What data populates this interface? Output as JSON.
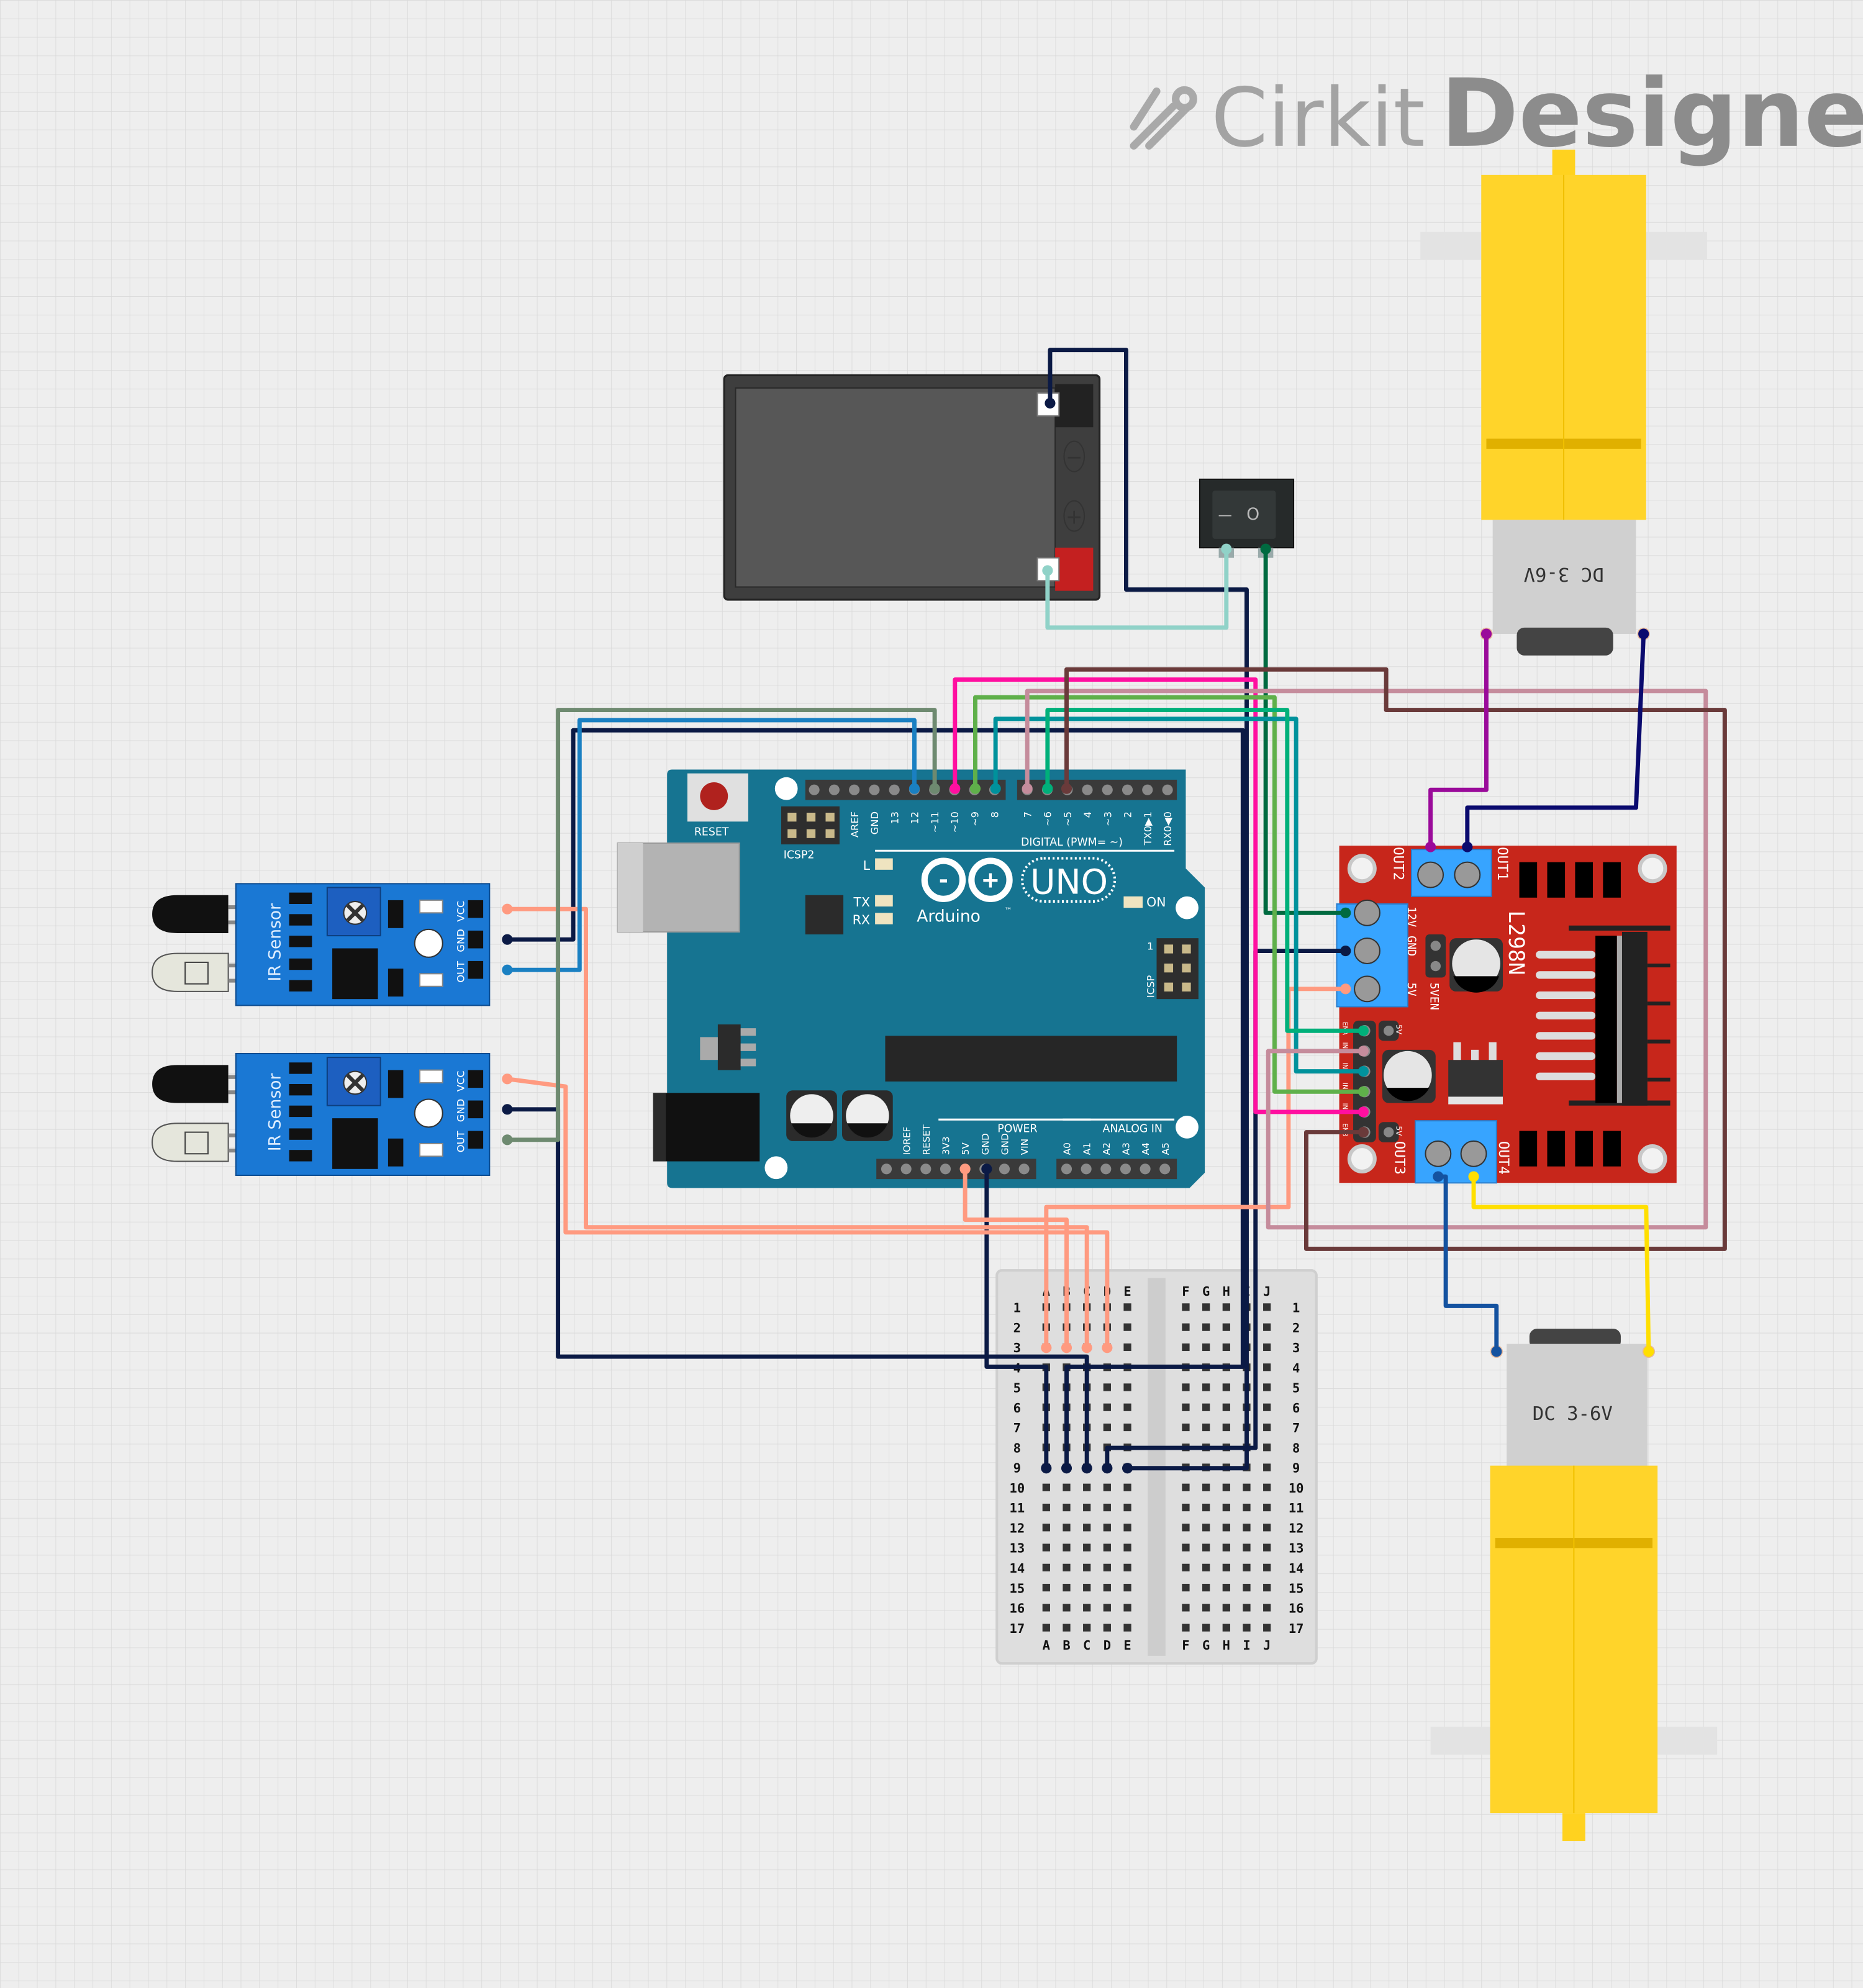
{
  "logo": {
    "brand": "Cirkit",
    "product": "Designer"
  },
  "switch": {
    "mark_on": "—",
    "mark_off": "O"
  },
  "battery": {
    "minus": "−",
    "plus": "+"
  },
  "arduino": {
    "reset_label": "RESET",
    "icsp2_label": "ICSP2",
    "icsp_label": "ICSP",
    "icsp_pin1": "1",
    "led_l": "L",
    "led_tx": "TX",
    "led_rx": "RX",
    "led_on": "ON",
    "brand": "Arduino",
    "model": "UNO",
    "tm": "™",
    "digital_title": "DIGITAL (PWM= ~)",
    "power_title": "POWER",
    "analog_title": "ANALOG IN",
    "digital_pins_left": [
      "",
      "",
      "AREF",
      "GND",
      "13",
      "12",
      "~11",
      "~10",
      "~9",
      "8"
    ],
    "digital_pins_right": [
      "7",
      "~6",
      "~5",
      "4",
      "~3",
      "2",
      "TX0▶1",
      "RX0◀0"
    ],
    "power_pins": [
      "",
      "IOREF",
      "RESET",
      "3V3",
      "5V",
      "GND",
      "GND",
      "VIN"
    ],
    "analog_pins": [
      "A0",
      "A1",
      "A2",
      "A3",
      "A4",
      "A5"
    ],
    "body_color": "#167491"
  },
  "ir_sensors": [
    {
      "label": "IR Sensor",
      "pins": [
        "VCC",
        "GND",
        "OUT"
      ]
    },
    {
      "label": "IR Sensor",
      "pins": [
        "VCC",
        "GND",
        "OUT"
      ]
    }
  ],
  "l298n": {
    "model": "L298N",
    "out1": "OUT1",
    "out2": "OUT2",
    "out3": "OUT3",
    "out4": "OUT4",
    "power_labels": [
      "12V",
      "GND",
      "5V"
    ],
    "jumper_label": "5VEN",
    "input_labels": [
      "ENA",
      "IN1",
      "IN2",
      "IN3",
      "IN4",
      "ENB"
    ],
    "five_v_label": "5V",
    "board_color": "#c7261b"
  },
  "motors": [
    {
      "label": "DC 3-6V"
    },
    {
      "label": "DC 3-6V"
    }
  ],
  "breadboard": {
    "columns_left": [
      "A",
      "B",
      "C",
      "D",
      "E"
    ],
    "columns_right": [
      "F",
      "G",
      "H",
      "I",
      "J"
    ],
    "rows": [
      "1",
      "2",
      "3",
      "4",
      "5",
      "6",
      "7",
      "8",
      "9",
      "10",
      "11",
      "12",
      "13",
      "14",
      "15",
      "16",
      "17"
    ]
  },
  "wires": {
    "navy": "#0b1a45",
    "salmon": "#ff9a80",
    "blue": "#1a80c2",
    "sage": "#6e8a70",
    "magenta": "#ff0fa0",
    "green": "#5fb04a",
    "teal": "#00929c",
    "mauve": "#c58c9c",
    "emerald": "#00b07a",
    "brown": "#6a3a3a",
    "mint": "#90d2c8",
    "darkgreen": "#006a40",
    "purple": "#9a0a9a",
    "indigo": "#0a0a6e",
    "royal": "#1452a0",
    "yellow": "#ffdf00"
  }
}
